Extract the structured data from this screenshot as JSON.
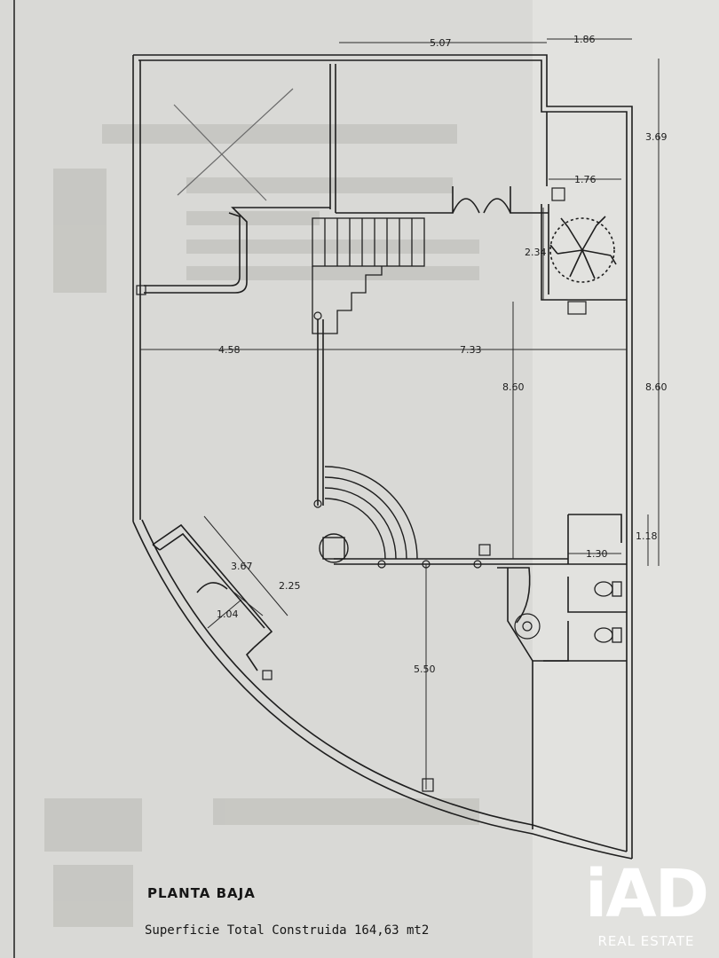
{
  "plan": {
    "title": "PLANTA BAJA",
    "area_text": "Superficie Total Construida 164,63 mt2"
  },
  "dimensions": {
    "top_main": "5.07",
    "top_right": "1.86",
    "right_upper": "3.69",
    "patio_width": "1.76",
    "patio_height": "2.34",
    "left_span": "4.58",
    "right_span": "7.33",
    "inner_height": "8.60",
    "outer_height": "8.60",
    "wc_height": "1.18",
    "wc_width": "1.30",
    "angled_length": "3.67",
    "angled_width": "2.25",
    "door_width": "1.04",
    "lower_height": "5.50"
  },
  "logo": {
    "brand": "iAD",
    "tagline": "REAL ESTATE"
  },
  "colors": {
    "paper": "#d9d9d6",
    "ink": "#1e1e1e",
    "logo": "#ffffff"
  }
}
